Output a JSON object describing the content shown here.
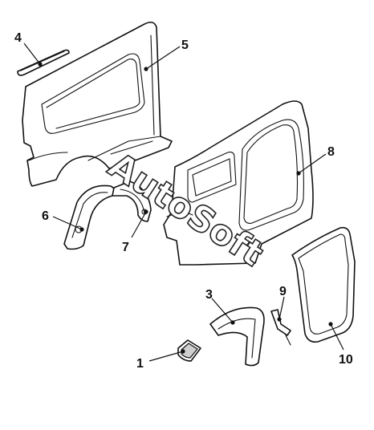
{
  "callouts": [
    {
      "id": "1",
      "label": "1"
    },
    {
      "id": "3",
      "label": "3"
    },
    {
      "id": "4",
      "label": "4"
    },
    {
      "id": "5",
      "label": "5"
    },
    {
      "id": "6",
      "label": "6"
    },
    {
      "id": "7",
      "label": "7"
    },
    {
      "id": "8",
      "label": "8"
    },
    {
      "id": "9",
      "label": "9"
    },
    {
      "id": "10",
      "label": "10"
    }
  ],
  "watermark": {
    "text": "AutoSoft"
  }
}
